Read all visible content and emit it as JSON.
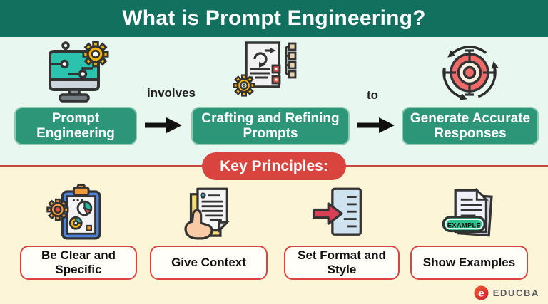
{
  "colors": {
    "header_bg": "#12705e",
    "top_section_bg": "#e9f7f1",
    "bottom_section_bg": "#fcf5d8",
    "step_box_green": "#2e9678",
    "accent_red": "#d9453e",
    "gear_yellow": "#f6b40a",
    "target_red": "#f16a6a"
  },
  "header": {
    "title": "What is Prompt Engineering?"
  },
  "flow": {
    "steps": [
      {
        "label": "Prompt Engineering",
        "icon": "monitor-circuit-gear-icon"
      },
      {
        "label": "Crafting and Refining Prompts",
        "icon": "document-process-gear-icon"
      },
      {
        "label": "Generate Accurate Responses",
        "icon": "target-cycle-arrows-icon"
      }
    ],
    "connectors": [
      {
        "label": "involves"
      },
      {
        "label": "to"
      }
    ]
  },
  "principles": {
    "banner": "Key Principles:",
    "items": [
      {
        "label": "Be Clear and Specific",
        "icon": "clipboard-charts-gear-icon"
      },
      {
        "label": "Give Context",
        "icon": "document-pointing-hand-icon"
      },
      {
        "label": "Set Format and Style",
        "icon": "document-insert-arrow-icon"
      },
      {
        "label": "Show Examples",
        "icon": "document-example-stamp-icon",
        "stamp": "EXAMPLE"
      }
    ]
  },
  "footer": {
    "brand": "EDUCBA"
  }
}
